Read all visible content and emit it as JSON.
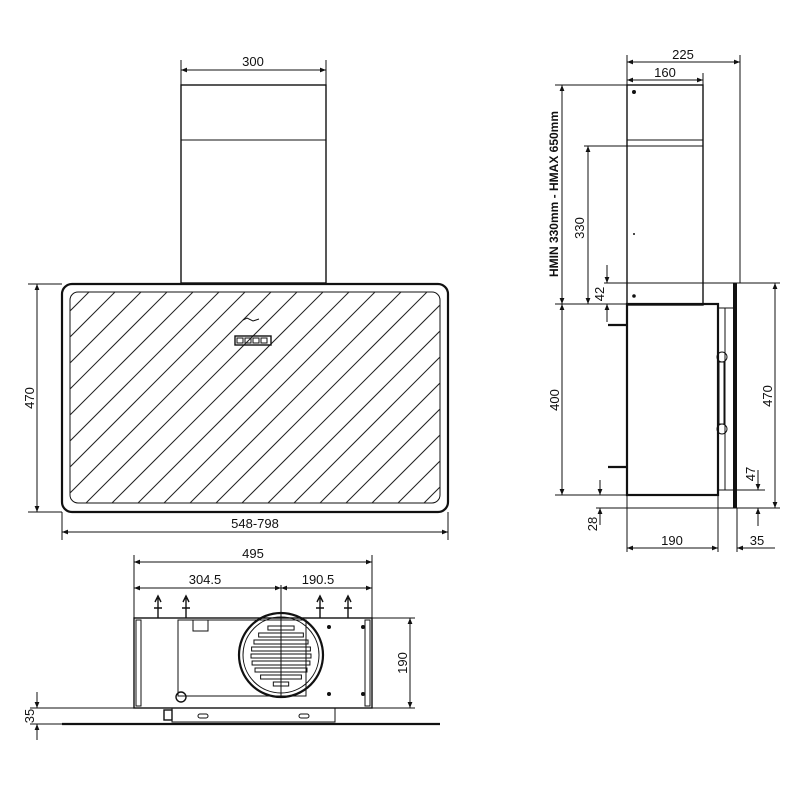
{
  "title": "Cooker hood dimensional drawing",
  "front_view": {
    "chimney_width": "300",
    "hood_height": "470",
    "hood_width": "548-798"
  },
  "side_view": {
    "total_depth": "225",
    "chimney_depth": "160",
    "chimney_height_range": "HMIN 330mm - HMAX 650mm",
    "chimney_min": "330",
    "glass_offset_top": "42",
    "body_height": "400",
    "glass_height": "470",
    "glass_offset_bottom": "47",
    "body_bottom_offset": "28",
    "body_depth": "190",
    "glass_depth": "35"
  },
  "bottom_view": {
    "total_width": "495",
    "left_to_outlet": "304.5",
    "outlet_to_right": "190.5",
    "depth": "190",
    "glass_thickness": "35"
  },
  "colors": {
    "line": "#111111",
    "background": "#ffffff"
  }
}
